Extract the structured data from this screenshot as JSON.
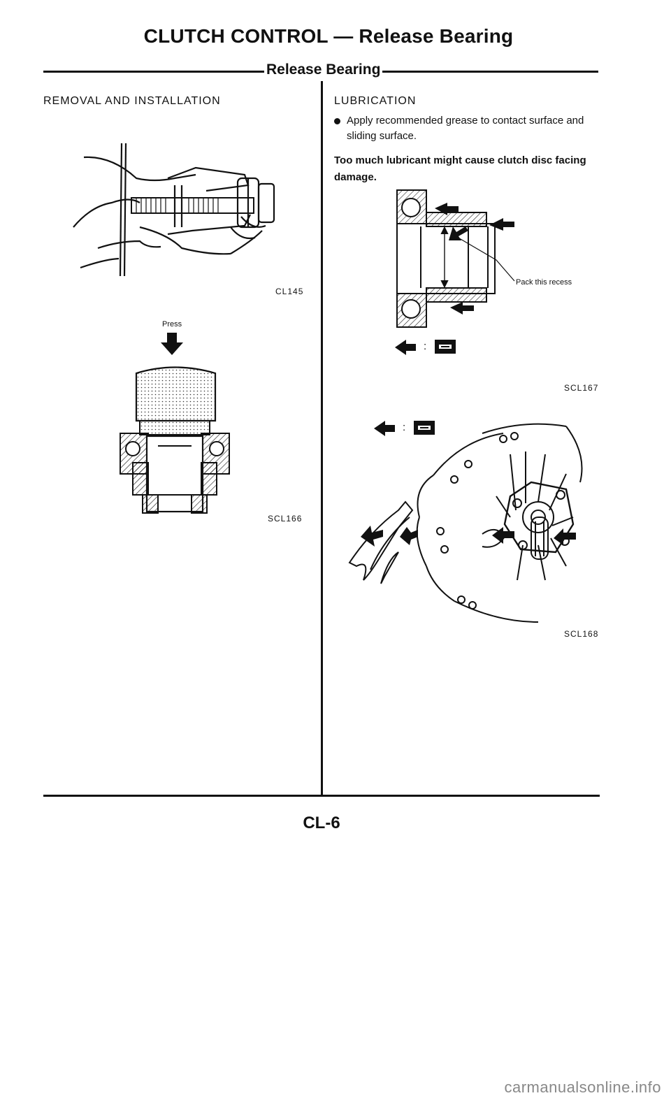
{
  "header": {
    "title": "CLUTCH CONTROL — Release Bearing",
    "section": "Release Bearing"
  },
  "left": {
    "heading": "REMOVAL AND INSTALLATION",
    "fig1_id": "CL145",
    "press_label": "Press",
    "fig2_id": "SCL166"
  },
  "right": {
    "heading": "LUBRICATION",
    "bullet_text": "Apply recommended grease to contact surface and sliding surface.",
    "warning": "Too much lubricant might cause clutch disc facing damage.",
    "pack_label": "Pack this recess",
    "legend_sep": ":",
    "fig3_id": "SCL167",
    "fig4_id": "SCL168"
  },
  "footer": {
    "page_id": "CL-6"
  },
  "watermark": "carmanualsonline.info",
  "icons": [
    "grease-arrow-icon",
    "grease-symbol-icon",
    "press-arrow-icon"
  ]
}
